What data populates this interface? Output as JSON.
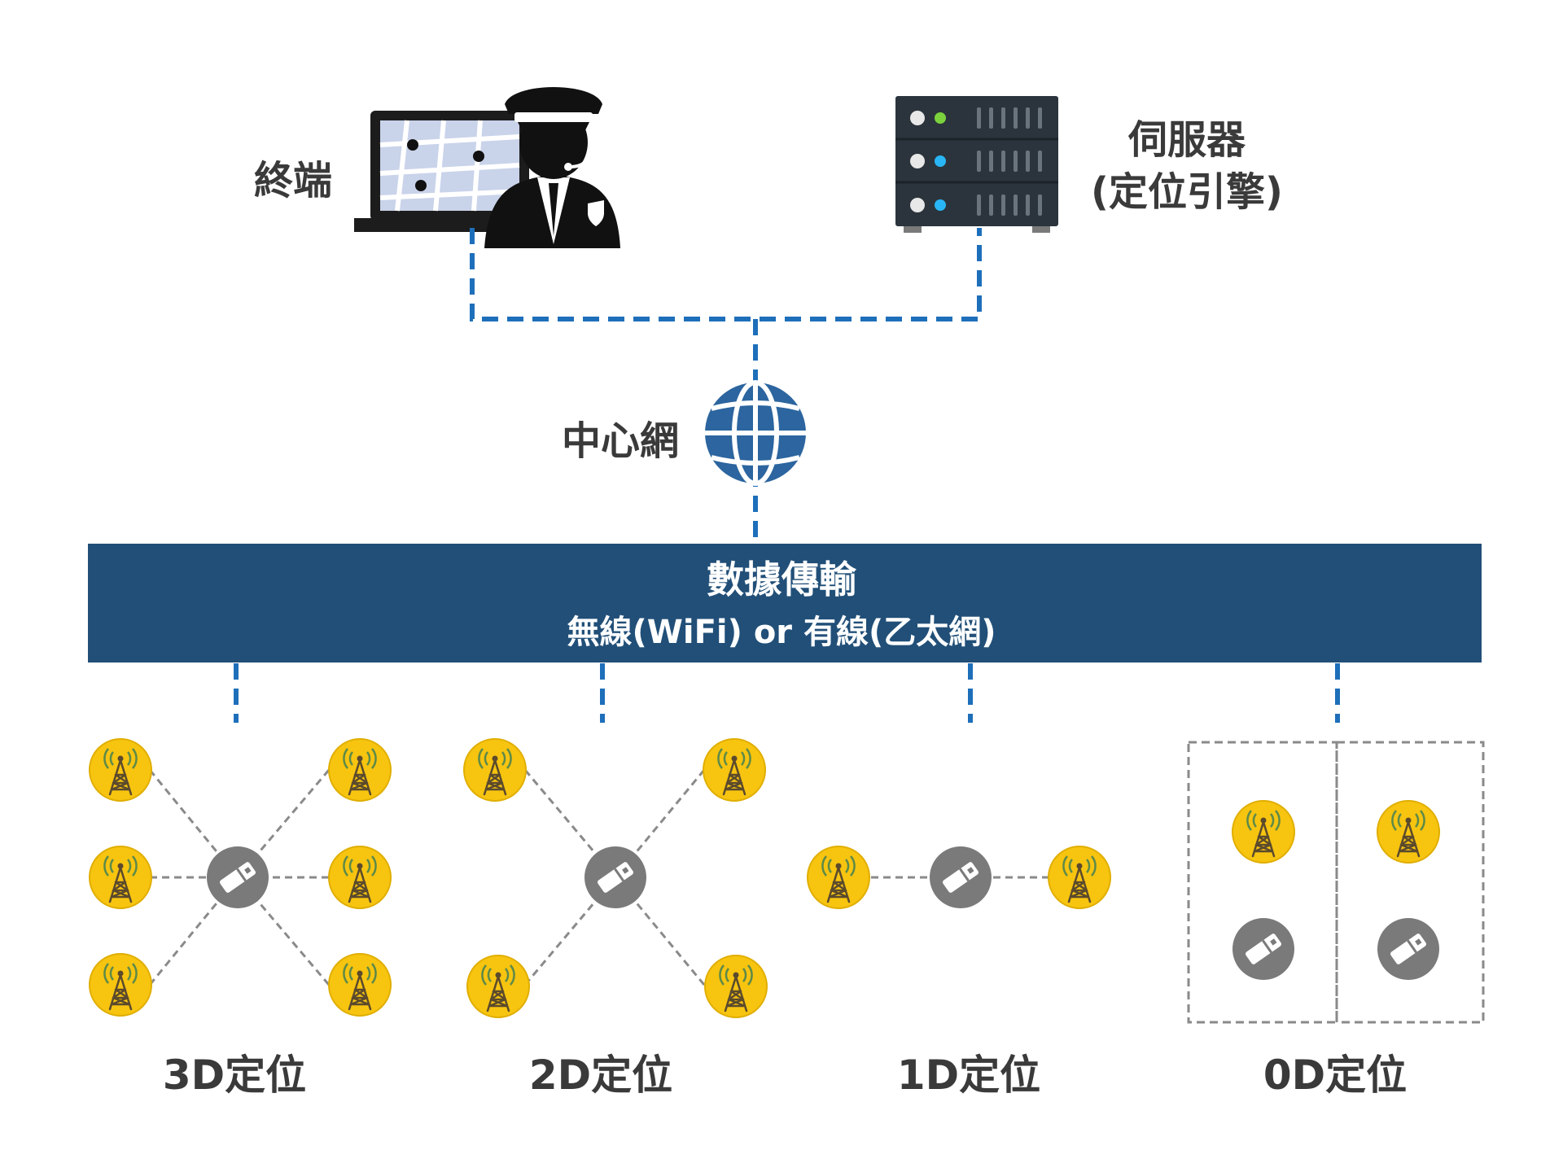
{
  "colors": {
    "network_line": "#1e6fba",
    "bar_fill": "#214f78",
    "globe": "#2c659f",
    "anchor_circle": "#f7c410",
    "anchor_tower": "#5b4a2c",
    "anchor_waves": "#5d8a48",
    "tag_circle": "#7a7a7a",
    "server_body": "#2b343c",
    "label_text": "#3a3a3a"
  },
  "top": {
    "terminal_label": "終端",
    "server_label_line1": "伺服器",
    "server_label_line2": "(定位引擎)",
    "network_label": "中心網"
  },
  "bar": {
    "title": "數據傳輸",
    "subtitle": "無線(WiFi) or 有線(乙太網)"
  },
  "modes": [
    {
      "id": "3d",
      "label": "3D定位"
    },
    {
      "id": "2d",
      "label": "2D定位"
    },
    {
      "id": "1d",
      "label": "1D定位"
    },
    {
      "id": "0d",
      "label": "0D定位"
    }
  ],
  "icons": {
    "terminal": "laptop-map-icon",
    "operator": "security-guard-icon",
    "server": "server-rack-icon",
    "network": "globe-icon",
    "anchor": "radio-tower-icon",
    "tag": "tag-icon"
  }
}
